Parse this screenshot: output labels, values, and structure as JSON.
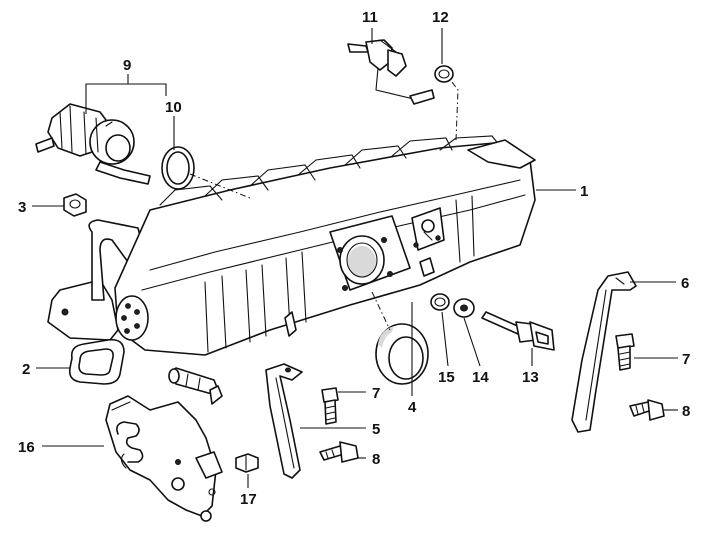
{
  "callouts": [
    {
      "id": "c1",
      "text": "1"
    },
    {
      "id": "c2",
      "text": "2"
    },
    {
      "id": "c3",
      "text": "3"
    },
    {
      "id": "c4",
      "text": "4"
    },
    {
      "id": "c5",
      "text": "5"
    },
    {
      "id": "c6",
      "text": "6"
    },
    {
      "id": "c7a",
      "text": "7"
    },
    {
      "id": "c7b",
      "text": "7"
    },
    {
      "id": "c8a",
      "text": "8"
    },
    {
      "id": "c8b",
      "text": "8"
    },
    {
      "id": "c9",
      "text": "9"
    },
    {
      "id": "c10",
      "text": "10"
    },
    {
      "id": "c11",
      "text": "11"
    },
    {
      "id": "c12",
      "text": "12"
    },
    {
      "id": "c13",
      "text": "13"
    },
    {
      "id": "c14",
      "text": "14"
    },
    {
      "id": "c15",
      "text": "15"
    },
    {
      "id": "c16",
      "text": "16"
    },
    {
      "id": "c17",
      "text": "17"
    }
  ]
}
